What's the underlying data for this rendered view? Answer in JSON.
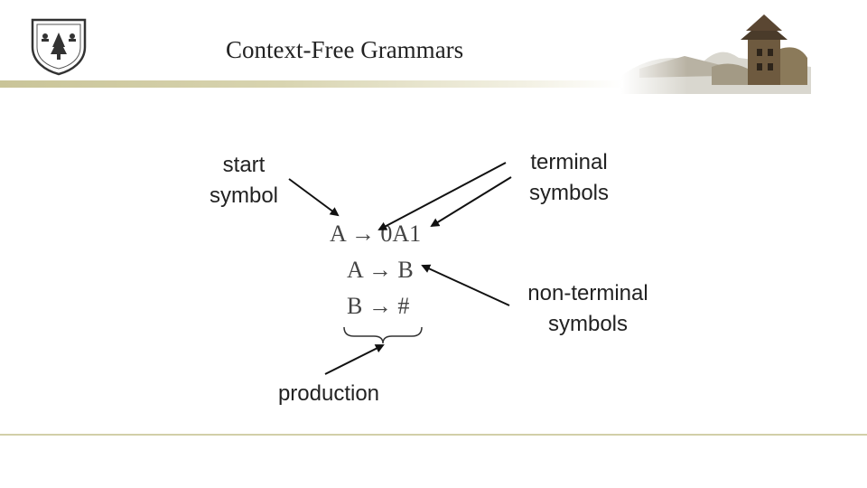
{
  "slide": {
    "title": "Context-Free Grammars"
  },
  "rules": [
    "A → 0A1",
    "A → B",
    "B → #"
  ],
  "labels": {
    "start_symbol_line1": "start",
    "start_symbol_line2": "symbol",
    "terminal_line1": "terminal",
    "terminal_line2": "symbols",
    "nonterminal_line1": "non-terminal",
    "nonterminal_line2": "symbols",
    "production": "production"
  },
  "colors": {
    "accent_bar": "#c9c498",
    "text": "#222222",
    "rule_text": "#444444",
    "arrow": "#111111"
  },
  "icons": {
    "logo": "university-crest-icon",
    "header_image": "campus-building-image"
  }
}
